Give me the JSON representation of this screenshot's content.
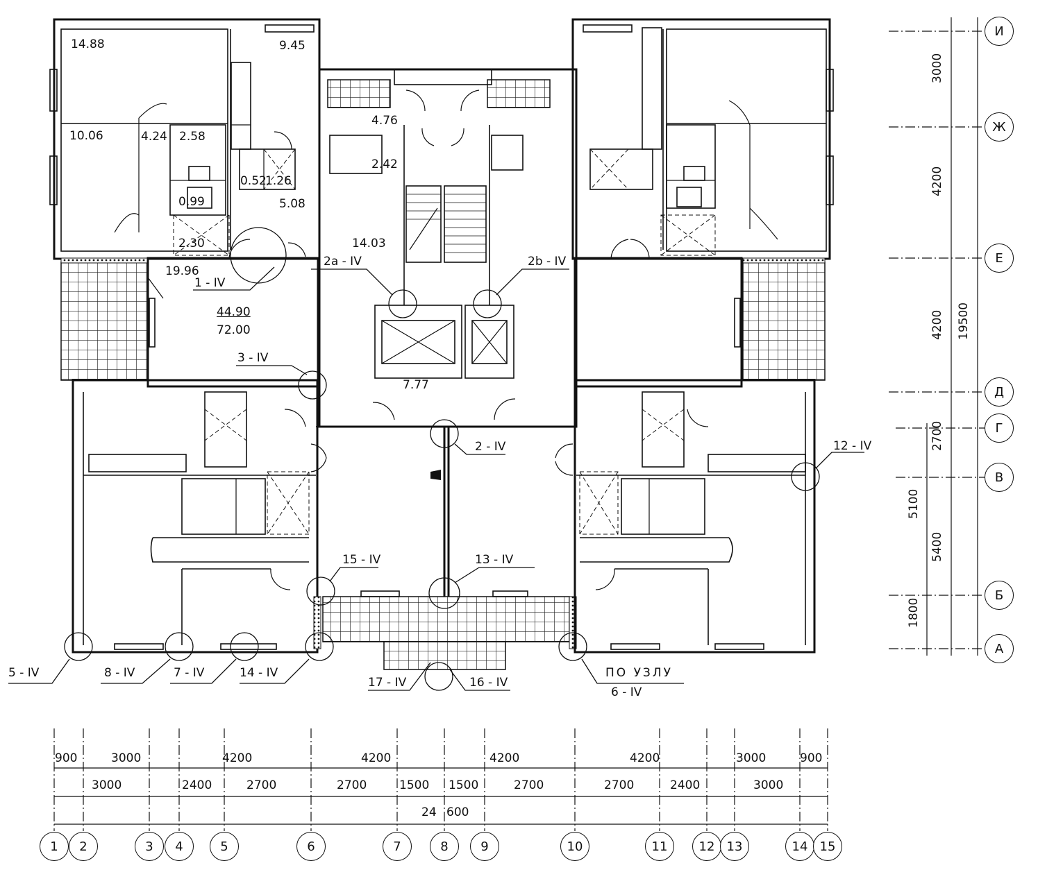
{
  "rooms": {
    "r1488": "14.88",
    "r945": "9.45",
    "r1006": "10.06",
    "r424": "4.24",
    "r258": "2.58",
    "r099": "0.99",
    "r052": "0.52",
    "r126": "1.26",
    "r508": "5.08",
    "r230": "2.30",
    "r1996": "19.96",
    "r476": "4.76",
    "r242": "2.42",
    "r1403": "14.03",
    "r777": "7.77",
    "totalLiving": "44.90",
    "totalArea": "72.00"
  },
  "nodes": {
    "n1": "1 - IV",
    "n2a": "2a - IV",
    "n2b": "2b - IV",
    "n3": "3 - IV",
    "n2": "2 - IV",
    "n12": "12 - IV",
    "n15": "15 - IV",
    "n13": "13 - IV",
    "n5": "5 - IV",
    "n8": "8 - IV",
    "n7": "7 - IV",
    "n14": "14 - IV",
    "n17": "17 - IV",
    "n16": "16 - IV",
    "poUzlu": "ПО УЗЛУ",
    "n6": "6 - IV"
  },
  "rowAxes": [
    "И",
    "Ж",
    "Е",
    "Д",
    "Г",
    "В",
    "Б",
    "А"
  ],
  "rowDims": {
    "d3000": "3000",
    "d4200a": "4200",
    "d4200b": "4200",
    "d19500": "19500",
    "d2700": "2700",
    "d5100": "5100",
    "d5400": "5400",
    "d1800": "1800"
  },
  "colAxes": [
    "1",
    "2",
    "3",
    "4",
    "5",
    "6",
    "7",
    "8",
    "9",
    "10",
    "11",
    "12",
    "13",
    "14",
    "15"
  ],
  "colDims1": [
    "900",
    "3000",
    "4200",
    "4200",
    "4200",
    "4200",
    "3000",
    "900"
  ],
  "colDims2": [
    "3000",
    "2400",
    "2700",
    "2700",
    "1500",
    "1500",
    "2700",
    "2700",
    "2400",
    "3000"
  ],
  "totalWidth": [
    "24",
    "600"
  ]
}
